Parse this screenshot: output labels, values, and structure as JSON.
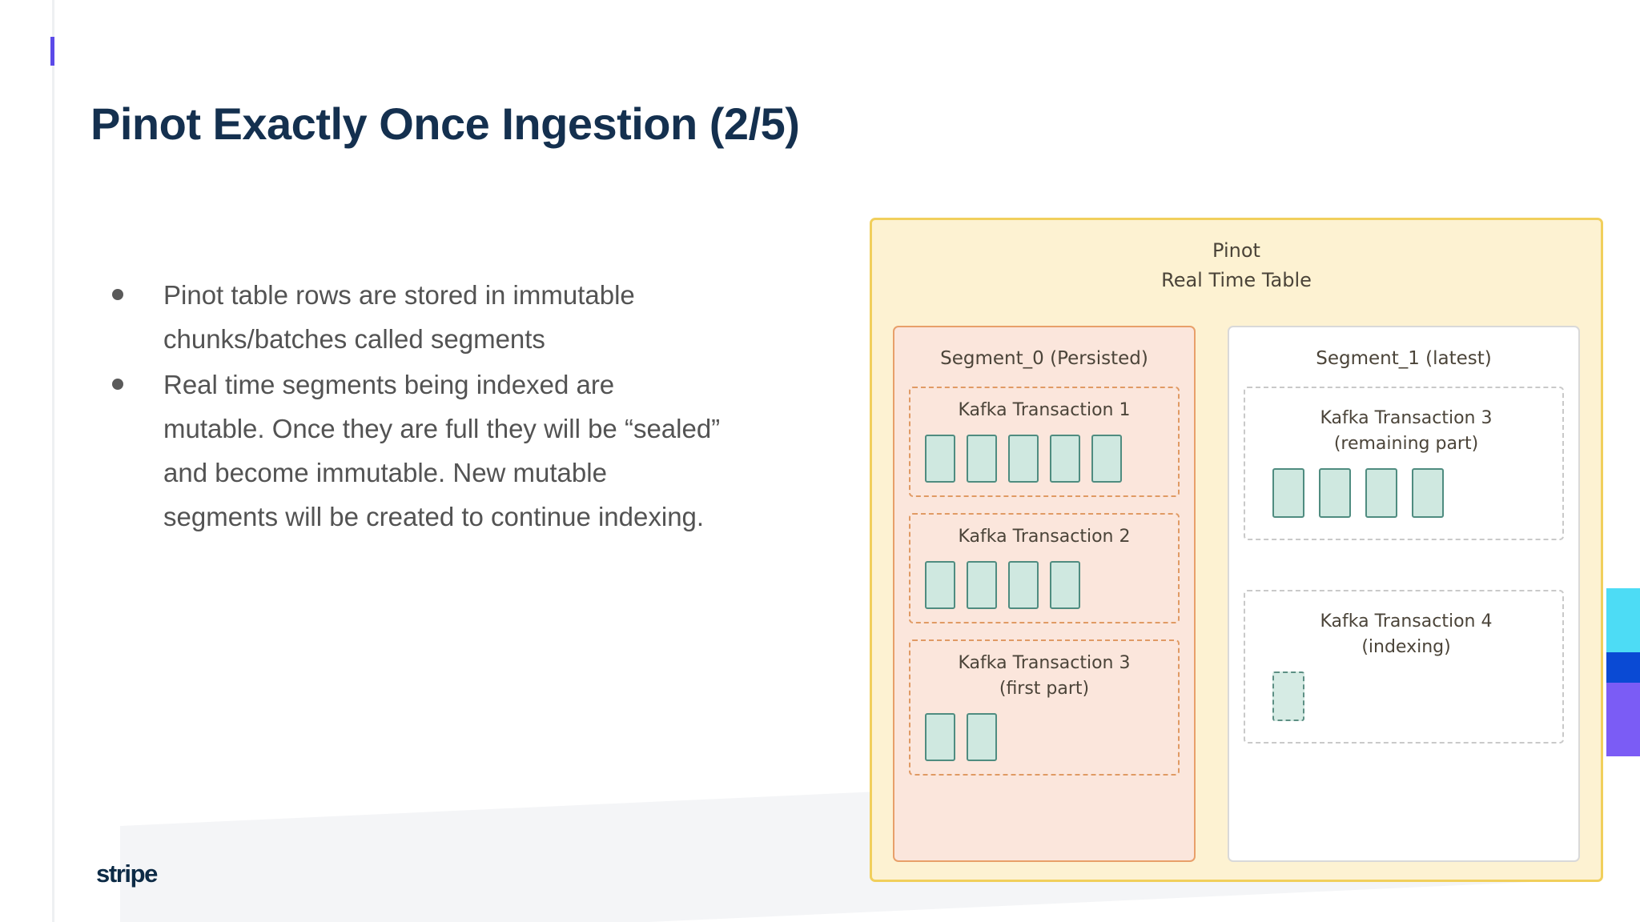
{
  "slide": {
    "title": "Pinot Exactly Once Ingestion (2/5)",
    "logo": "stripe"
  },
  "bullets": [
    "Pinot table rows are stored in immutable chunks/batches called segments",
    "Real time segments being indexed are mutable. Once they are full they will be “sealed” and become immutable. New mutable segments will be created to continue indexing."
  ],
  "diagram": {
    "title": "Pinot\nReal Time Table",
    "segments": [
      {
        "name": "Segment_0 (Persisted)",
        "transactions": [
          {
            "label": "Kafka Transaction 1",
            "rows": 5,
            "state": "persisted"
          },
          {
            "label": "Kafka Transaction 2",
            "rows": 4,
            "state": "persisted"
          },
          {
            "label": "Kafka Transaction 3\n(first part)",
            "rows": 2,
            "state": "persisted"
          }
        ]
      },
      {
        "name": "Segment_1 (latest)",
        "transactions": [
          {
            "label": "Kafka Transaction 3\n(remaining part)",
            "rows": 4,
            "state": "latest"
          },
          {
            "label": "Kafka Transaction 4\n(indexing)",
            "rows": 1,
            "state": "indexing"
          }
        ]
      }
    ]
  },
  "colors": {
    "title_navy": "#14304f",
    "body_gray": "#535353",
    "table_bg": "#fdf2d2",
    "table_border": "#f1cf5c",
    "segment0_bg": "#fbe6dc",
    "segment0_border": "#e8a06a",
    "segment1_bg": "#ffffff",
    "row_fill": "#cfe8e0",
    "row_border": "#4f8c80",
    "accent_cyan": "#4ddcf5",
    "accent_blue": "#0a4ad4",
    "accent_purple": "#7b5cf5"
  }
}
